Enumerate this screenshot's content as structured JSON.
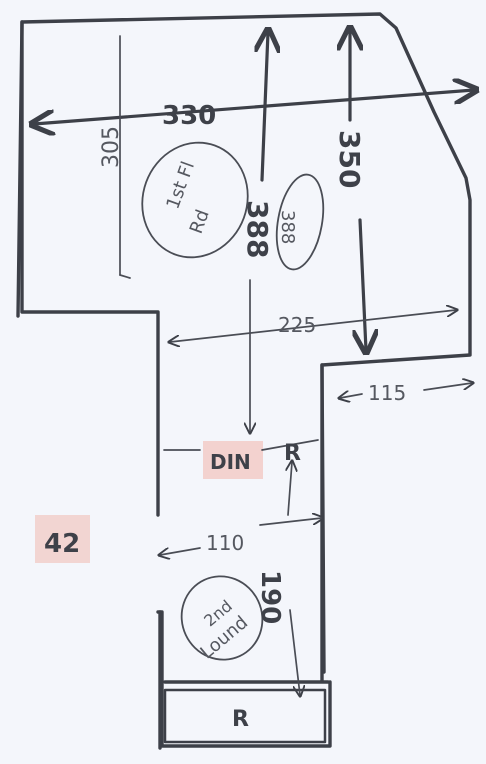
{
  "labels": {
    "width_top": "330",
    "height_left": "305",
    "height_center": "388",
    "height_center_small": "388",
    "height_right": "350",
    "width_mid": "225",
    "width_right": "115",
    "room_first": "1st Fl Rd",
    "room_first_line1": "1st Fl",
    "room_first_line2": "Rd",
    "room_din": "DIN",
    "room_r_small": "R",
    "width_lower": "110",
    "height_lower": "190",
    "room_second_line1": "2nd",
    "room_second_line2": "Lound",
    "room_r_bottom": "R",
    "side_mark": "42"
  },
  "colors": {
    "paper": "#f4f6fb",
    "ink": "#3d4048",
    "highlight": "#f2c9c4"
  }
}
